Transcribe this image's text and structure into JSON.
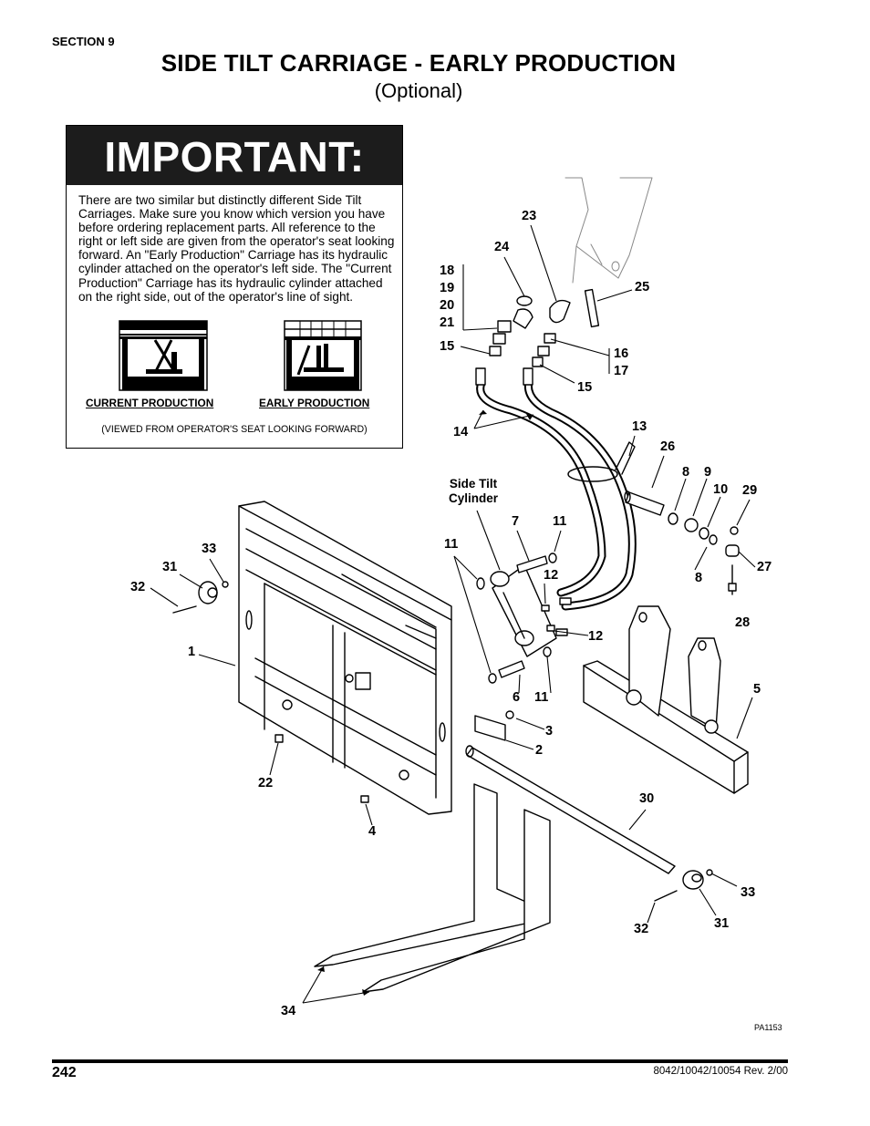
{
  "header": {
    "section": "SECTION 9",
    "title": "SIDE TILT CARRIAGE - EARLY PRODUCTION",
    "subtitle": "(Optional)"
  },
  "important_box": {
    "heading": "IMPORTANT:",
    "body": "There are two similar but distinctly different Side Tilt Carriages. Make sure you know which version you have before ordering replacement parts. All reference to the right or left side are given from the operator's seat looking forward. An \"Early Production\" Carriage has its hydraulic cylinder attached on the operator's left side. The \"Current Production\" Carriage has its hydraulic cylinder attached on the right side, out of the operator's line of sight.",
    "current_label": "CURRENT PRODUCTION",
    "early_label": "EARLY PRODUCTION",
    "viewed_note": "(VIEWED FROM OPERATOR'S SEAT LOOKING FORWARD)"
  },
  "callouts": {
    "c23": "23",
    "c24": "24",
    "c25": "25",
    "c18": "18",
    "c19": "19",
    "c20": "20",
    "c21": "21",
    "c15a": "15",
    "c15b": "15",
    "c16": "16",
    "c17": "17",
    "c14": "14",
    "c13": "13",
    "c26": "26",
    "c8a": "8",
    "c9": "9",
    "c10": "10",
    "c29": "29",
    "side_tilt": "Side Tilt\nCylinder",
    "c7": "7",
    "c11a": "11",
    "c11b": "11",
    "c11c": "11",
    "c12a": "12",
    "c12b": "12",
    "c8b": "8",
    "c27": "27",
    "c28": "28",
    "c33a": "33",
    "c31a": "31",
    "c32a": "32",
    "c1": "1",
    "c6": "6",
    "c5": "5",
    "c3": "3",
    "c2": "2",
    "c22": "22",
    "c4": "4",
    "c30": "30",
    "c33b": "33",
    "c32b": "32",
    "c31b": "31",
    "c34": "34"
  },
  "figure_code": "PA1153",
  "footer": {
    "page_number": "242",
    "revision": "8042/10042/10054 Rev. 2/00"
  }
}
